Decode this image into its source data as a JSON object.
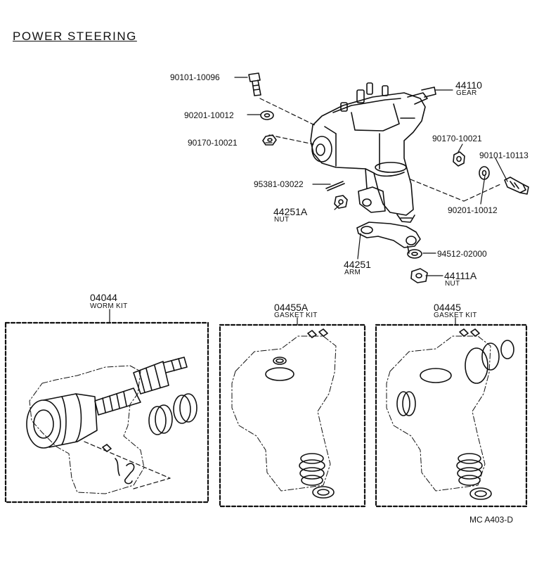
{
  "title": "POWER STEERING",
  "parts": {
    "bolt_left": "90101-10096",
    "washer_left": "90201-10012",
    "nut_left": "90170-10021",
    "gear_pn": "44110",
    "gear_desc": "GEAR",
    "nut_right": "90170-10021",
    "bolt_right": "90101-10113",
    "pin": "95381-03022",
    "arm_nut_pn": "44251A",
    "arm_nut_desc": "NUT",
    "washer_right": "90201-10012",
    "arm_pn": "44251",
    "arm_desc": "ARM",
    "washer_small": "94512-02000",
    "nut_bottom_pn": "44111A",
    "nut_bottom_desc": "NUT"
  },
  "kits": [
    {
      "pn": "04044",
      "desc": "WORM KIT"
    },
    {
      "pn": "04455A",
      "desc": "GASKET KIT"
    },
    {
      "pn": "04445",
      "desc": "GASKET KIT"
    }
  ],
  "figure_code": "MC A403-D"
}
